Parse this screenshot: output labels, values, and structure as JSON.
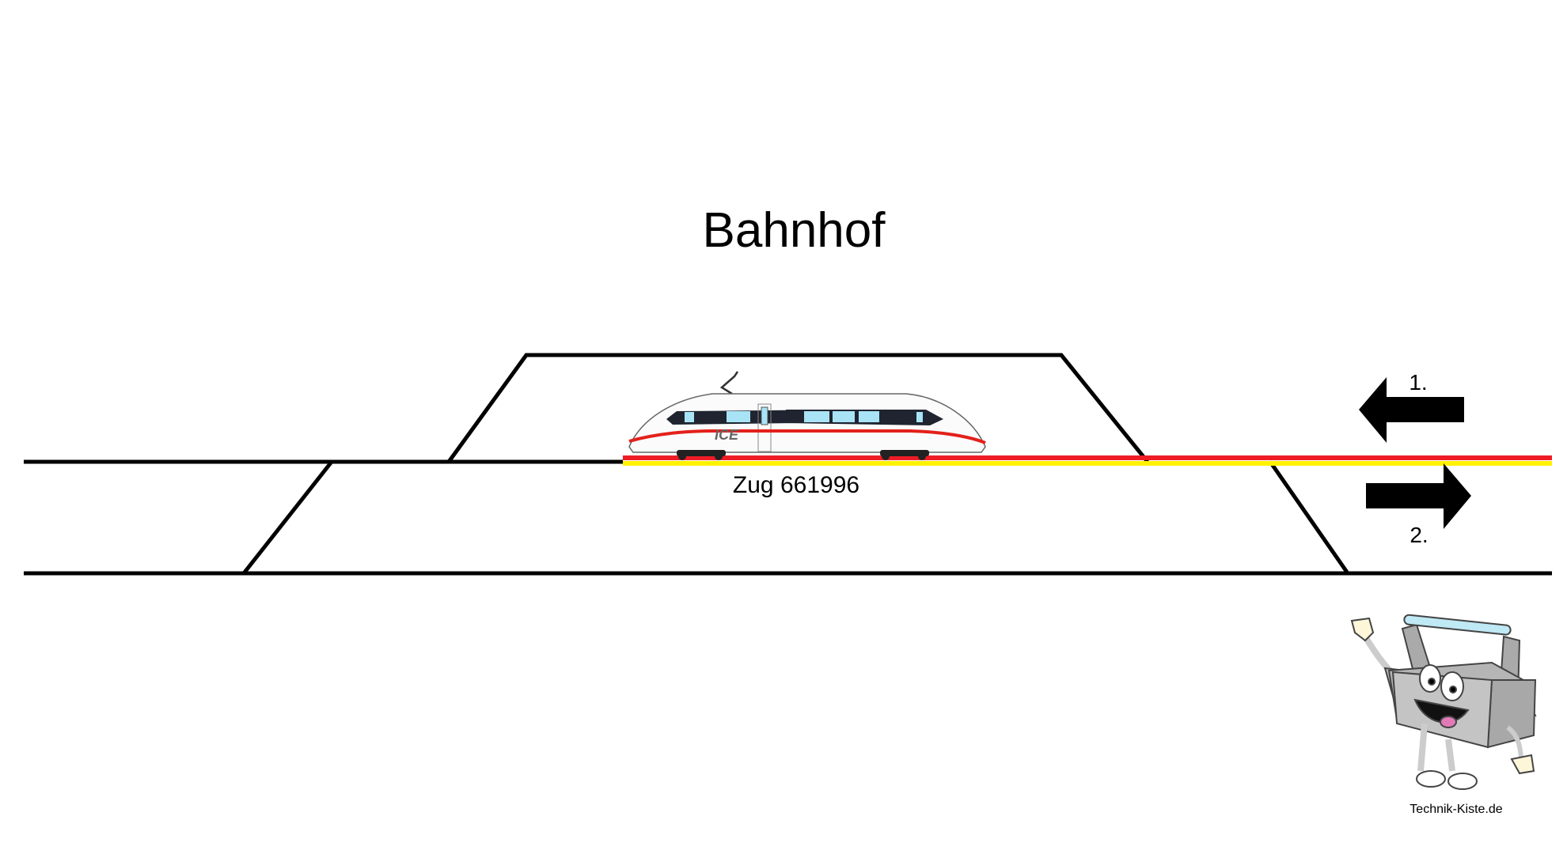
{
  "title": "Bahnhof",
  "train": {
    "label": "Zug 661996",
    "logo": "ICE"
  },
  "arrows": [
    {
      "label": "1.",
      "direction": "left"
    },
    {
      "label": "2.",
      "direction": "right"
    }
  ],
  "branding": {
    "text": "Technik-Kiste.de"
  },
  "colors": {
    "track": "#000000",
    "route_red": "#ee1c25",
    "route_yellow": "#fff200",
    "train_stripe": "#e3201b",
    "window": "#a8e4f5"
  }
}
